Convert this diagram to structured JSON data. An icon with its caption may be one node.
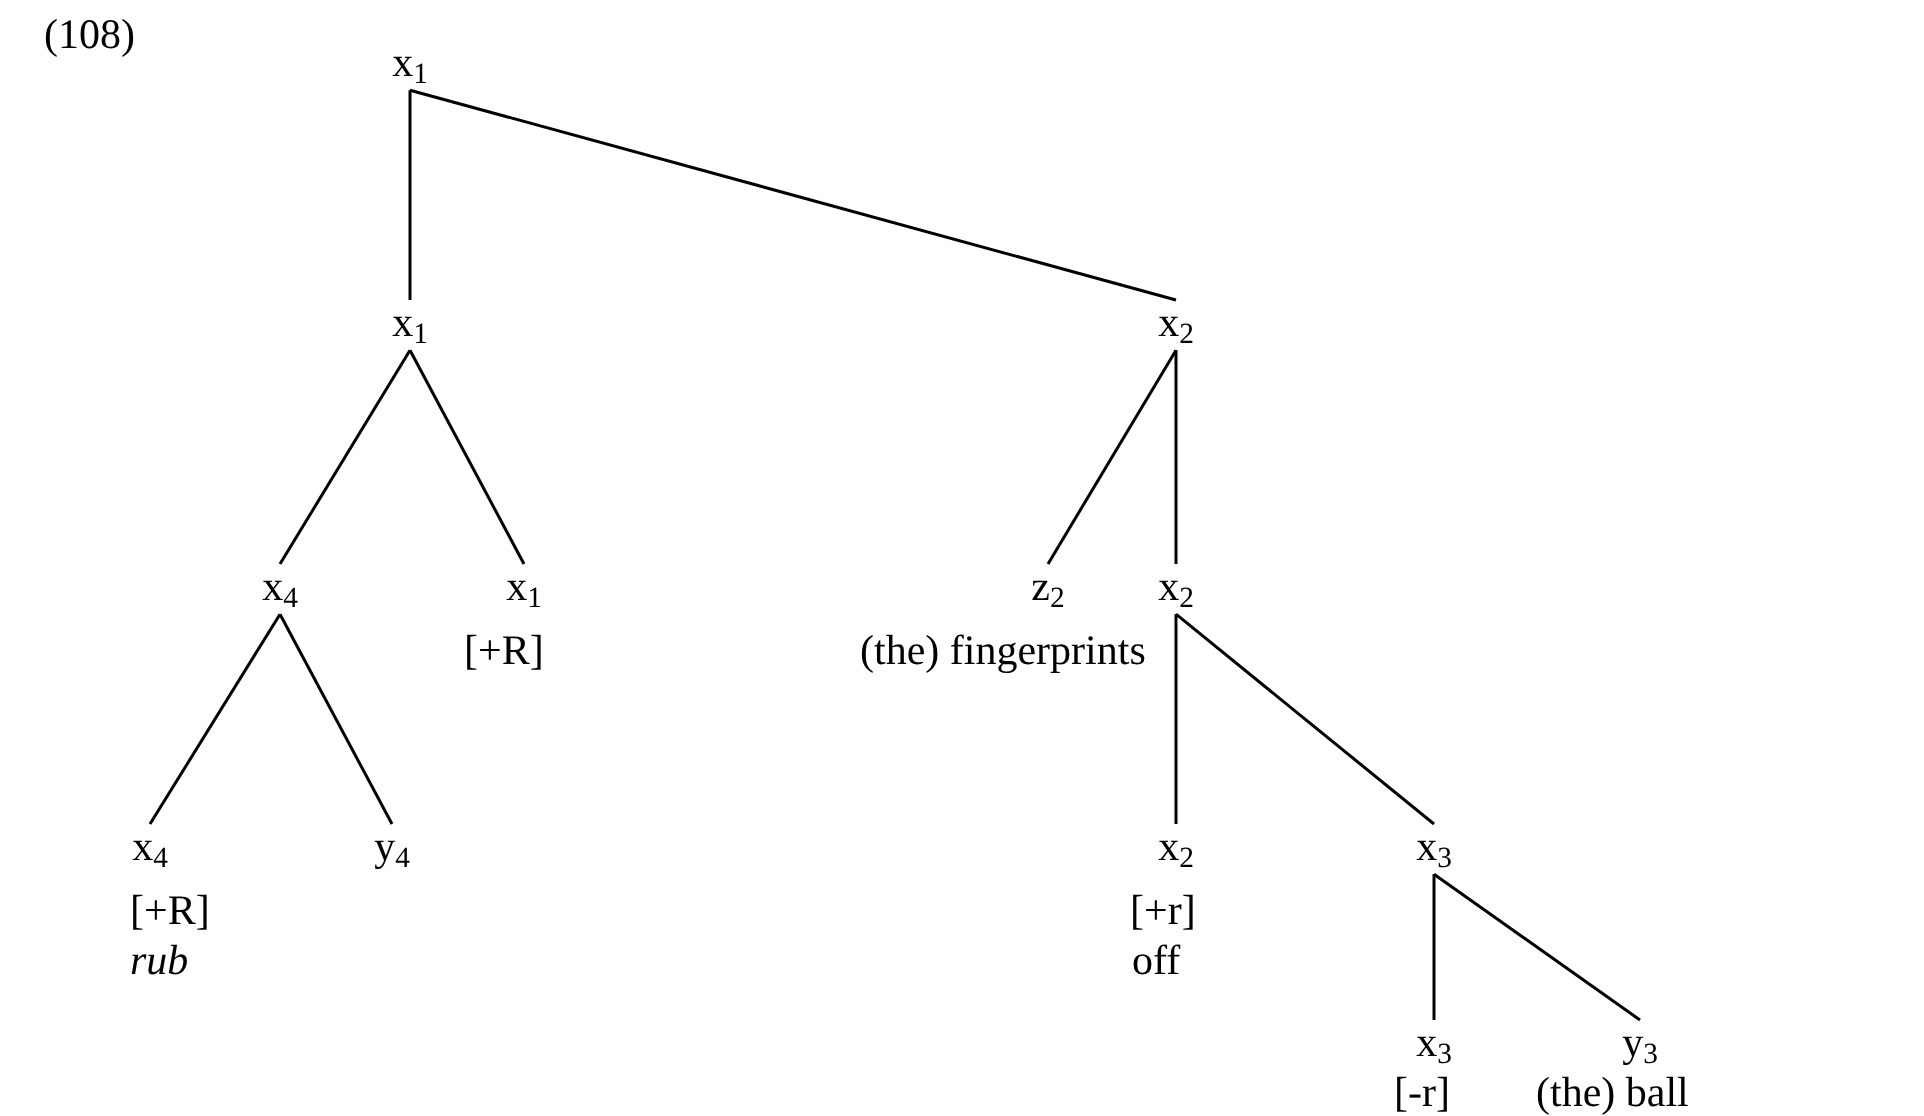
{
  "diagram": {
    "nodes": [
      {
        "text": [
          "x$_{1}$"
        ]
      },
      {
        "text": [
          "x$_{1}$"
        ]
      },
      {
        "text": [
          "x$_{2}$"
        ]
      },
      {
        "text": [
          "x$_{4}$"
        ]
      },
      {
        "text": [
          "x$_{1}$"
        ],
        "beside": [
          "[+R]"
        ]
      },
      {
        "text": [
          "z$_{2}$"
        ],
        "beside": [
          "(the) fingerprints"
        ]
      },
      {
        "text": [
          "x$_{2}$"
        ]
      },
      {
        "text": [
          "x$_{4}$"
        ],
        "beside": [
          "[+R]",
          "rub"
        ]
      },
      {
        "text": [
          "y$_{4}$"
        ]
      },
      {
        "text": [
          "x$_{2}$"
        ],
        "beside": [
          "[+r]",
          "off"
        ]
      },
      {
        "text": [
          "x$_{3}$"
        ]
      },
      {
        "text": [
          "x$_{3}$"
        ],
        "beside": [
          "[-r]"
        ]
      },
      {
        "text": [
          "y$_{3}$"
        ],
        "beside": [
          "(the) ball"
        ]
      }
    ],
    "edges": [
      {
        "from": 0,
        "to": 1,
        "arrow": "none"
      },
      {
        "from": 0,
        "to": 2,
        "arrow": "none"
      },
      {
        "from": 1,
        "to": 3,
        "arrow": "none"
      },
      {
        "from": 1,
        "to": 4,
        "arrow": "none"
      },
      {
        "from": 3,
        "to": 7,
        "arrow": "none"
      },
      {
        "from": 3,
        "to": 8,
        "arrow": "none"
      },
      {
        "from": 2,
        "to": 5,
        "arrow": "none"
      },
      {
        "from": 2,
        "to": 6,
        "arrow": "none"
      },
      {
        "from": 6,
        "to": 9,
        "arrow": "none"
      },
      {
        "from": 6,
        "to": 10,
        "arrow": "none"
      },
      {
        "from": 10,
        "to": 11,
        "arrow": "none"
      },
      {
        "from": 10,
        "to": 12,
        "arrow": "none"
      }
    ],
    "labels": [
      "(108)"
    ]
  }
}
